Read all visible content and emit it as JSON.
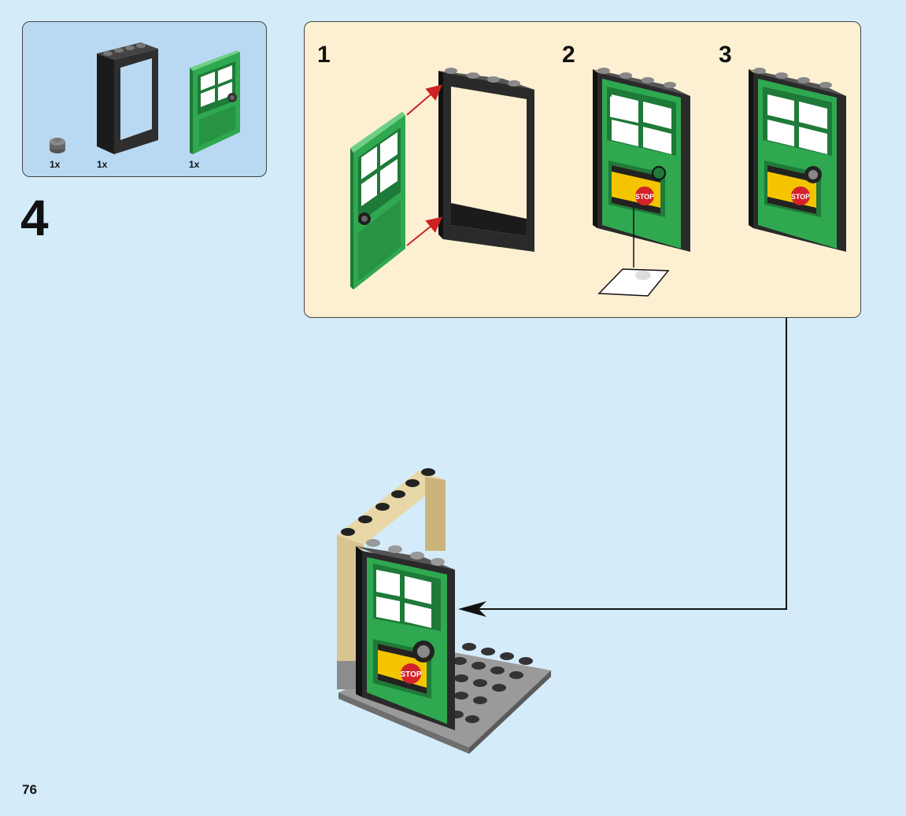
{
  "parts_list": {
    "items": [
      {
        "name": "round-stud-part",
        "qty": "1x"
      },
      {
        "name": "black-door-frame-part",
        "qty": "1x"
      },
      {
        "name": "green-door-part",
        "qty": "1x"
      }
    ]
  },
  "step": {
    "number": "4"
  },
  "substeps": [
    {
      "number": "1"
    },
    {
      "number": "2"
    },
    {
      "number": "3"
    }
  ],
  "sticker": {
    "text": "STOP"
  },
  "page": {
    "number": "76"
  },
  "colors": {
    "door_green": "#2fa84f",
    "frame_black": "#222222",
    "tan_wall": "#d9c491",
    "baseplate_gray": "#8c8c8c",
    "sticker_yellow": "#f4c400",
    "stop_red": "#d4222a",
    "arrow_red": "#cc2222"
  }
}
